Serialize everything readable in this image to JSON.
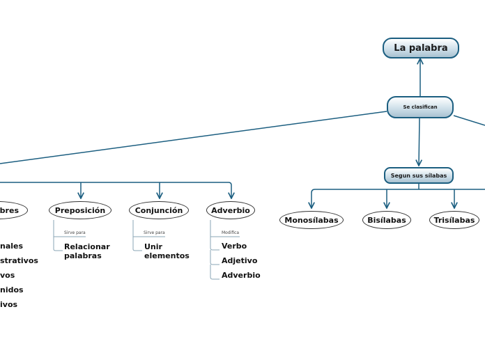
{
  "nodes": {
    "root": "La palabra",
    "classify": "Se clasifican",
    "syllables": "Segun sus sílabas",
    "nombres": "Nombres",
    "preposicion": "Preposición",
    "conjuncion": "Conjunción",
    "adverbio": "Adverbio",
    "monosilabas": "Monosílabas",
    "bisilabas": "Bisílabas",
    "trisilabas": "Trisílabas"
  },
  "edges": {
    "prep_note": "Sirve para",
    "conj_note": "Sirve para",
    "adv_note": "Modifica"
  },
  "leaves": {
    "prep": "Relacionar\npalabras",
    "conj": "Unir\nelementos",
    "adv": [
      "Verbo",
      "Adjetivo",
      "Adverbio"
    ],
    "nombres": [
      "nales",
      "strativos",
      "vos",
      "nidos",
      "ivos"
    ]
  },
  "colors": {
    "line": "#1b5e80",
    "pill_border": "#1b5e80"
  }
}
